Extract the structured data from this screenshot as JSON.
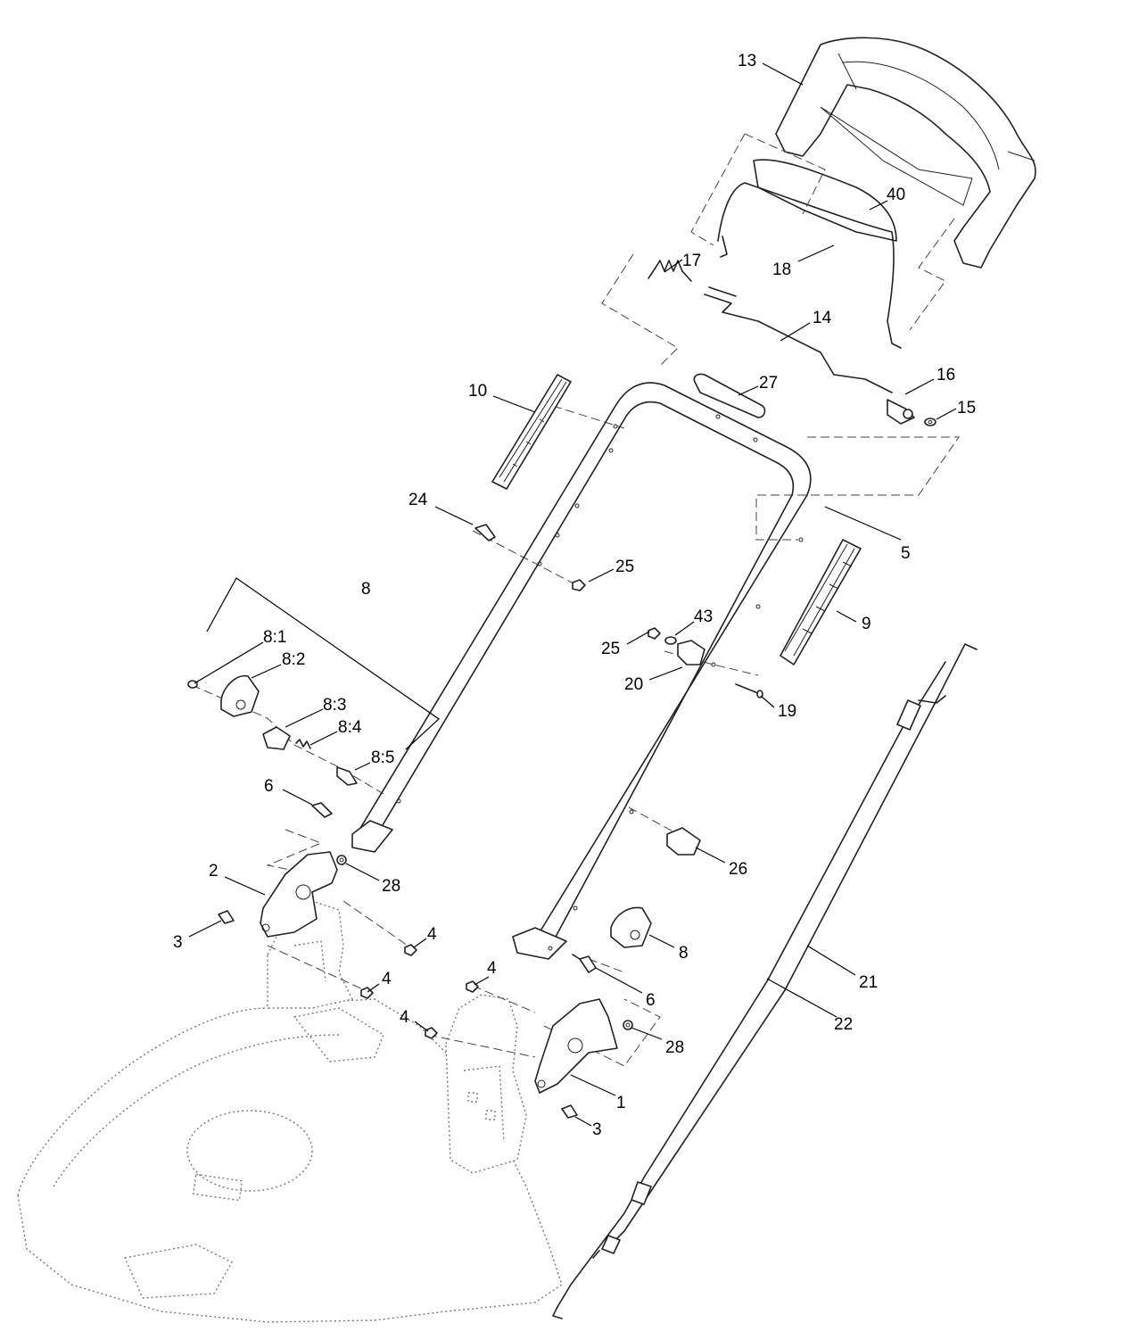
{
  "labels": {
    "l13": "13",
    "l40": "40",
    "l18": "18",
    "l17": "17",
    "l14": "14",
    "l16": "16",
    "l15": "15",
    "l10": "10",
    "l27": "27",
    "l24": "24",
    "l5": "5",
    "l25a": "25",
    "l8": "8",
    "l9": "9",
    "l81": "8:1",
    "l43": "43",
    "l82": "8:2",
    "l25b": "25",
    "l20": "20",
    "l19": "19",
    "l83": "8:3",
    "l84": "8:4",
    "l85": "8:5",
    "l6a": "6",
    "l26": "26",
    "l2": "2",
    "l28a": "28",
    "l4a": "4",
    "l3a": "3",
    "l8b": "8",
    "l4b": "4",
    "l4c": "4",
    "l21": "21",
    "l6b": "6",
    "l4d": "4",
    "l28b": "28",
    "l22": "22",
    "l1": "1",
    "l3b": "3"
  }
}
